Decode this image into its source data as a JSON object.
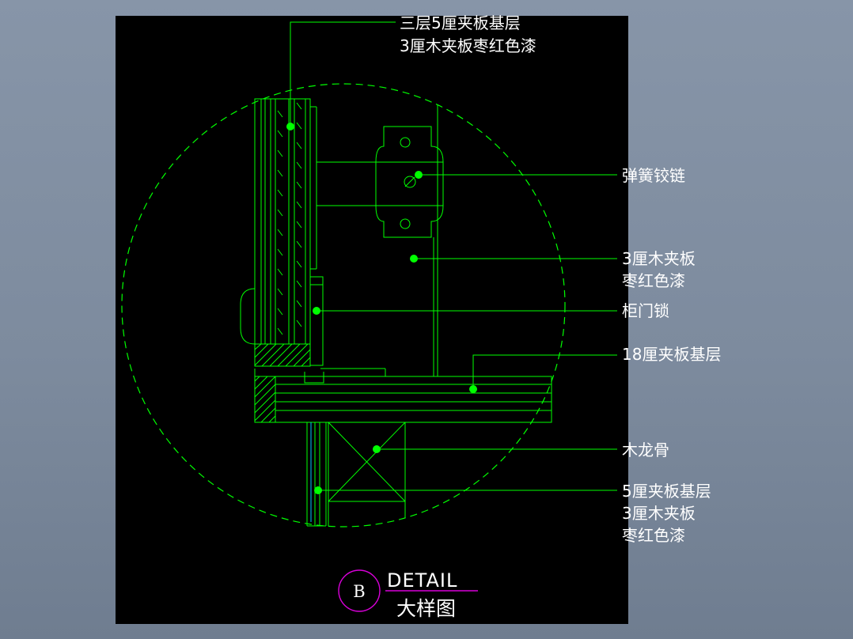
{
  "colors": {
    "background": "#8795a8",
    "canvas": "#000000",
    "linework": "#00ff00",
    "accent": "#d800d8",
    "leader_dot": "#00ff00",
    "text": "#ffffff",
    "cyan": "#00c8ff"
  },
  "callouts": {
    "c1": {
      "line1": "三层5厘夹板基层",
      "line2": "3厘木夹板枣红色漆"
    },
    "c2": {
      "line1": "弹簧铰链"
    },
    "c3": {
      "line1": "3厘木夹板",
      "line2": "枣红色漆"
    },
    "c4": {
      "line1": "柜门锁"
    },
    "c5": {
      "line1": "18厘夹板基层"
    },
    "c6": {
      "line1": "木龙骨"
    },
    "c7": {
      "line1": "5厘夹板基层",
      "line2": "3厘木夹板",
      "line3": "枣红色漆"
    }
  },
  "title_block": {
    "bubble_letter": "B",
    "title_en": "DETAIL",
    "title_cn": "大样图"
  }
}
